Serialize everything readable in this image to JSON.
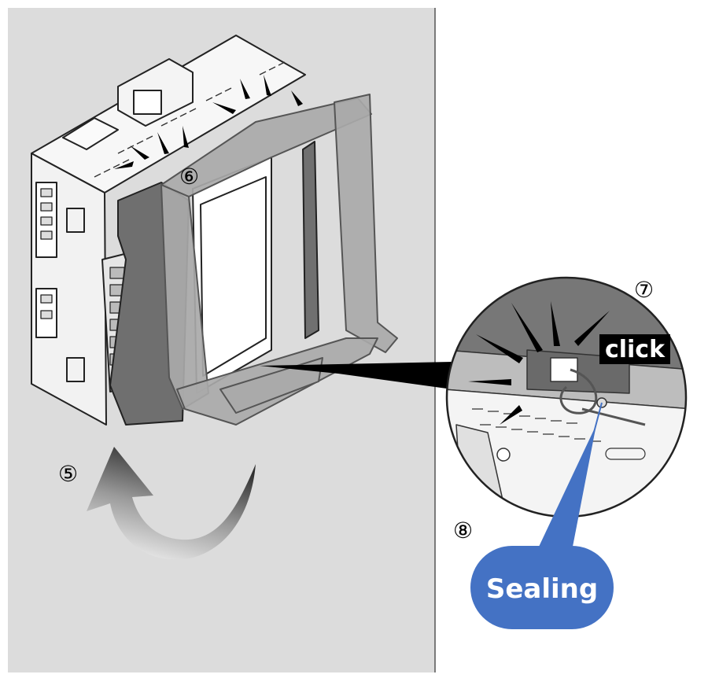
{
  "steps": {
    "five": "⑤",
    "six": "⑥",
    "seven": "⑦",
    "eight": "⑧"
  },
  "labels": {
    "click": "click",
    "sealing": "Sealing"
  },
  "colors": {
    "wall": "#dcdcdc",
    "device_body": "#f4f4f4",
    "frame": "#a9a9a9",
    "frame_dark": "#6f6f6f",
    "sealing_badge": "#4472c4",
    "click_badge": "#000000"
  }
}
